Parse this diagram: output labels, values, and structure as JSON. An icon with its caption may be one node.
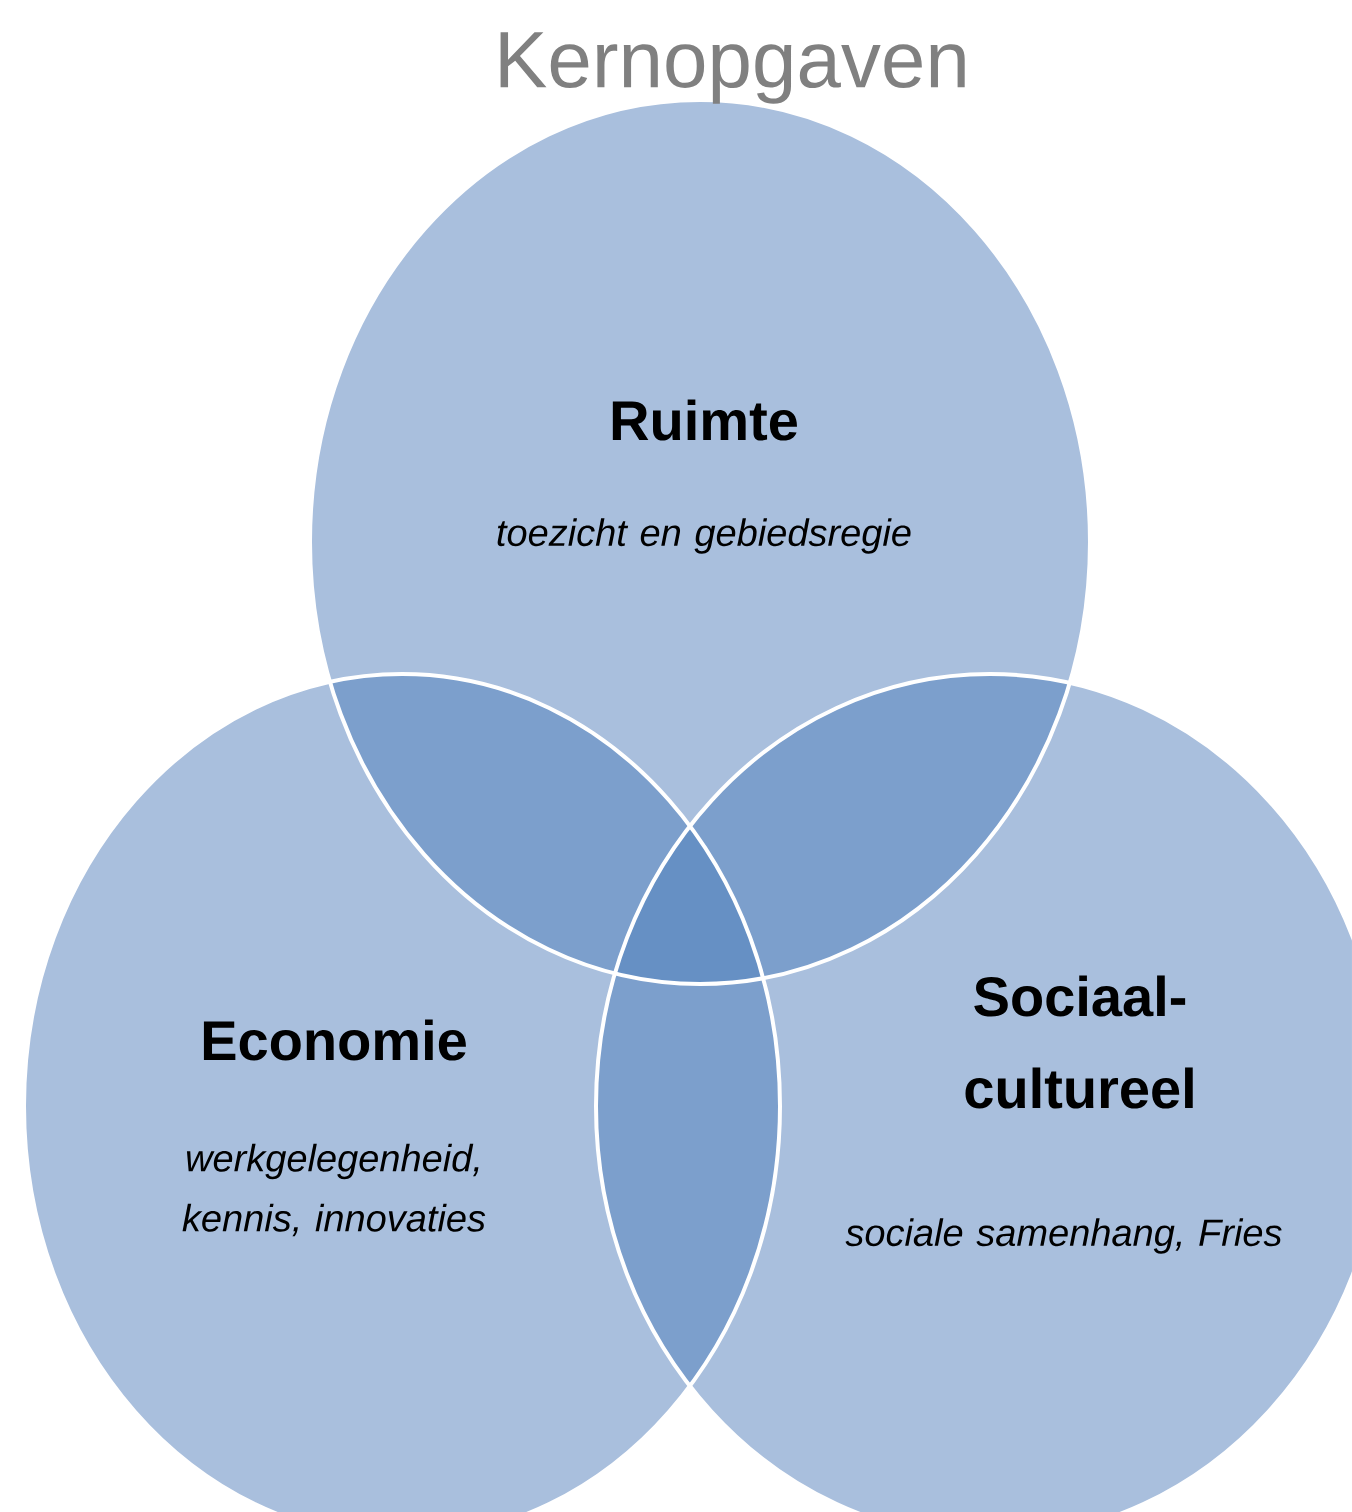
{
  "diagram": {
    "title": "Kernopgaven",
    "nodes": [
      {
        "text": [
          "Ruimte",
          "toezicht en gebiedsregie"
        ]
      },
      {
        "text": [
          "Economie",
          "werkgelegenheid, kennis, innovaties"
        ]
      },
      {
        "text": [
          "Sociaal-cultureel",
          "sociale samenhang, Fries"
        ]
      }
    ]
  }
}
